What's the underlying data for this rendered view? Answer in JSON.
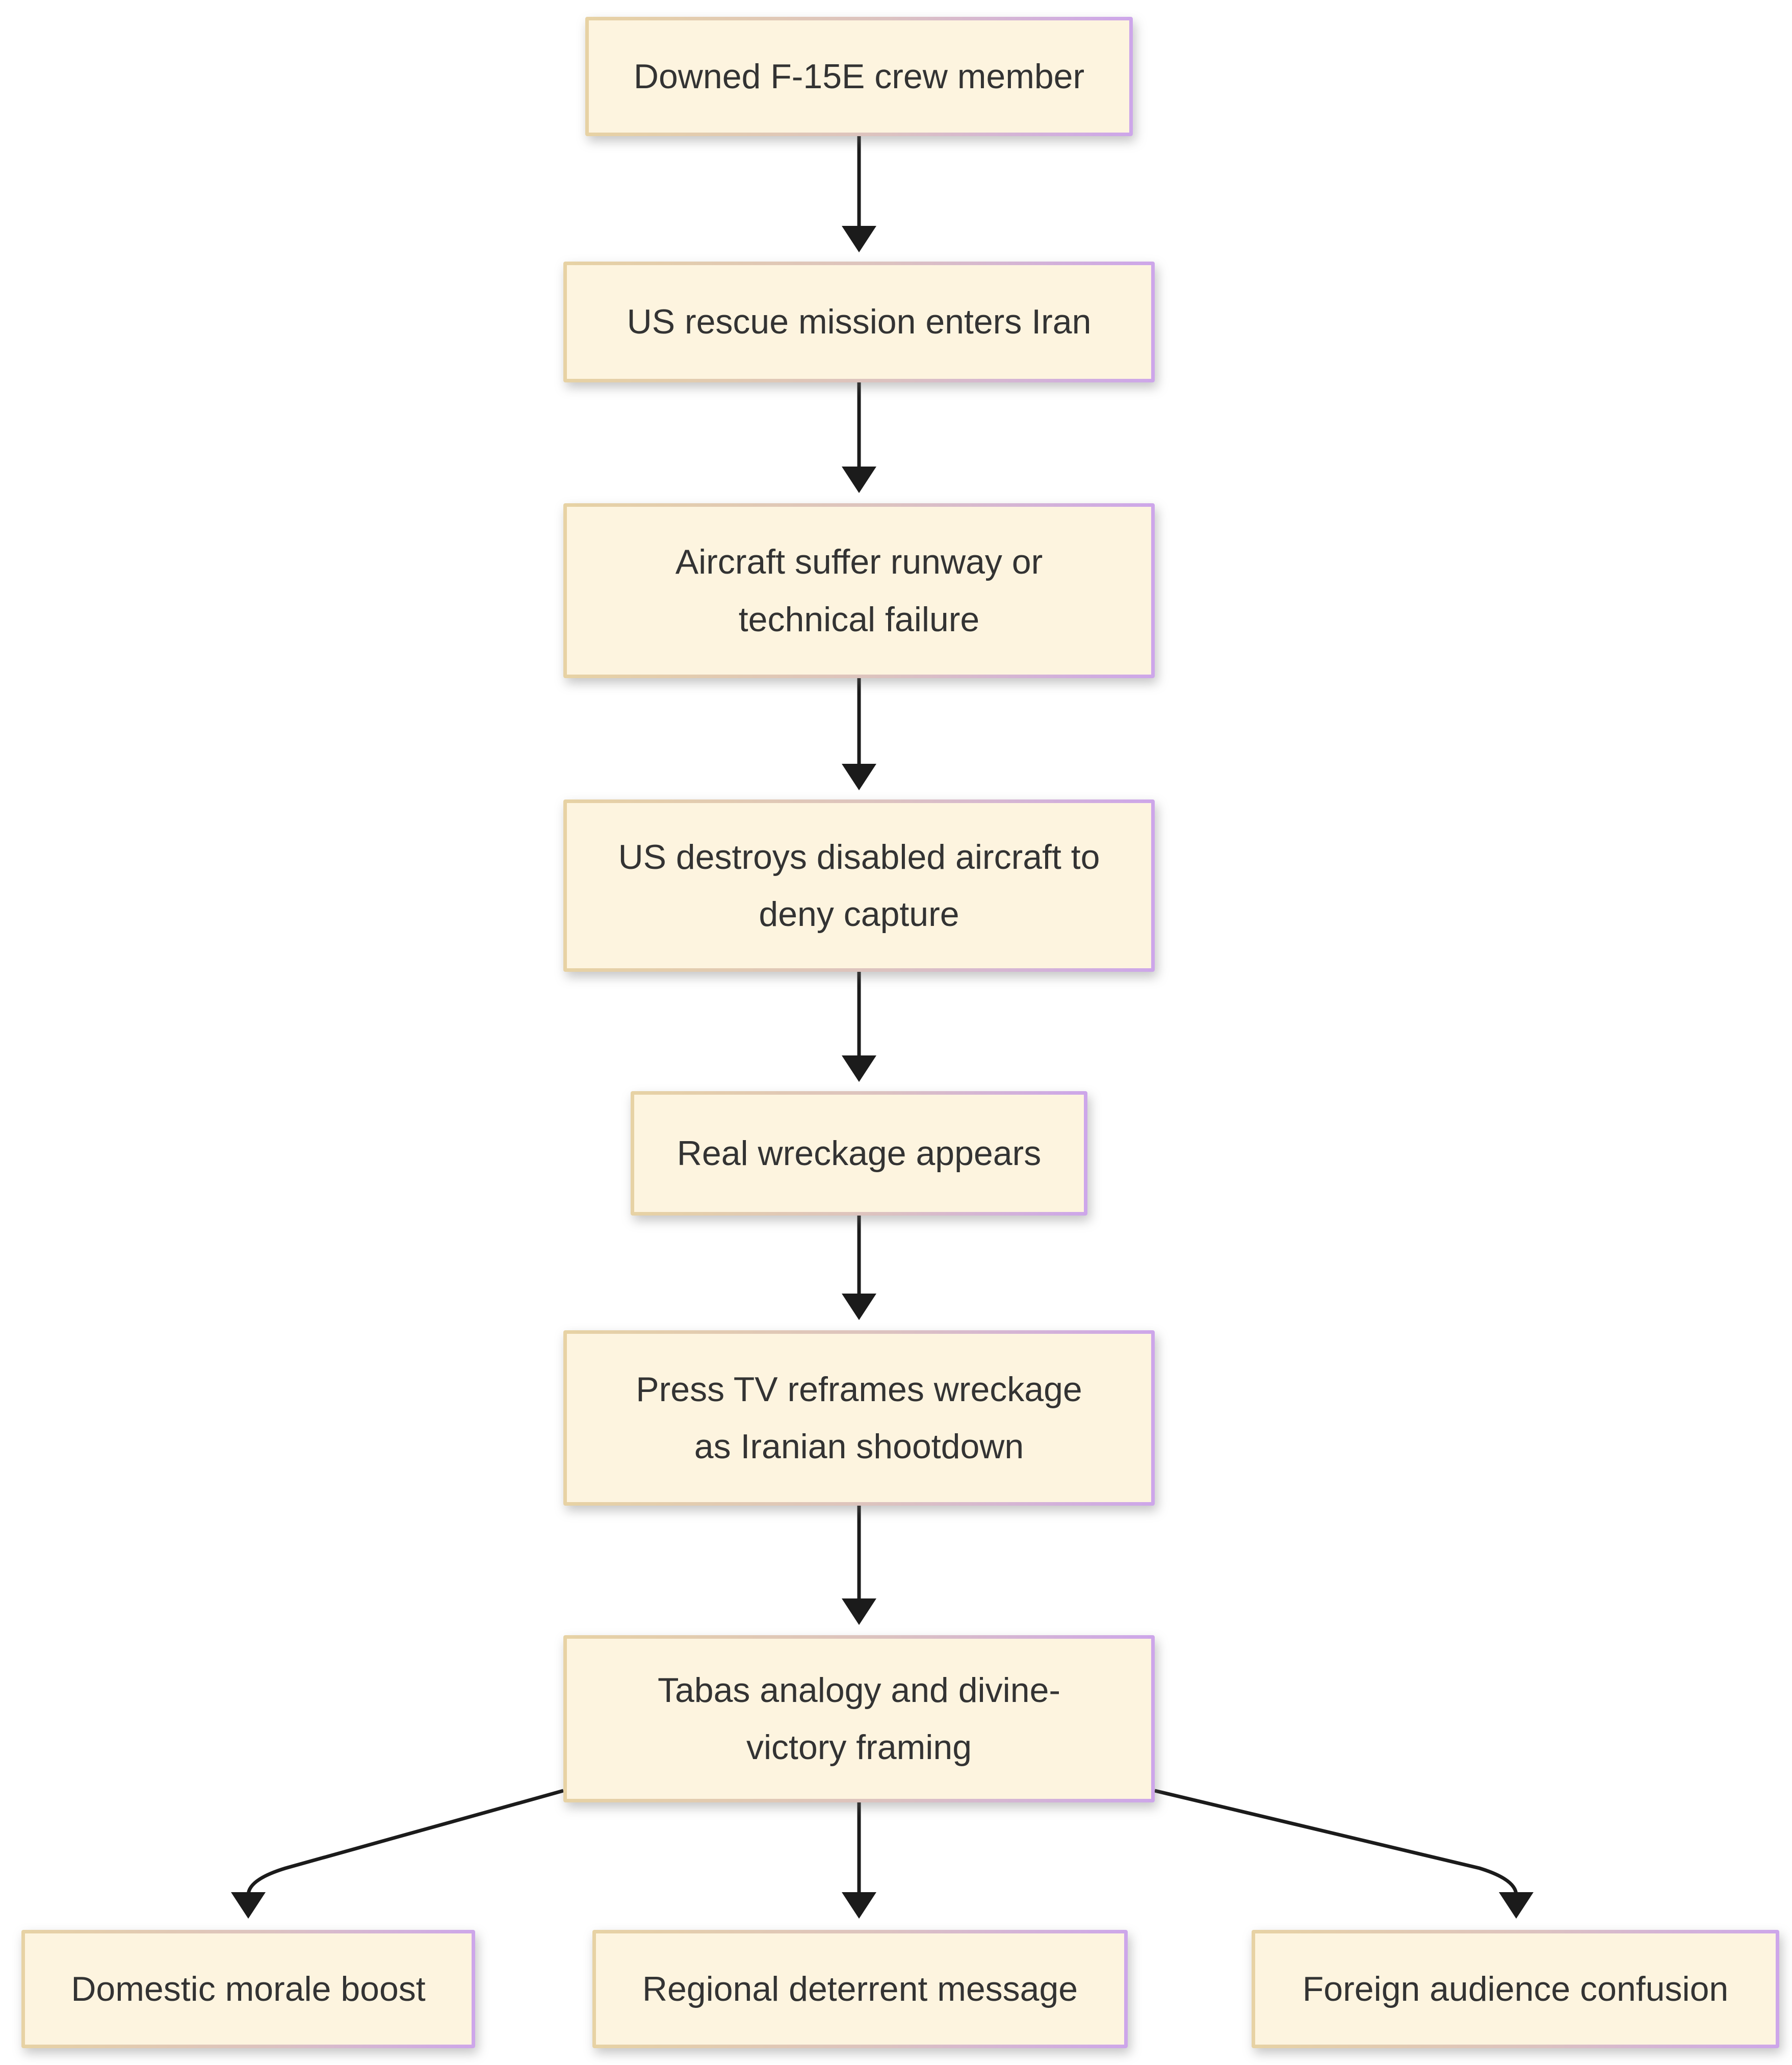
{
  "diagram": {
    "type": "flowchart",
    "direction": "top-down",
    "colors": {
      "background": "#ffffff",
      "node_fill": "#fdf4df",
      "node_border_start": "#e7d2a4",
      "node_border_end": "#cda6ea",
      "text": "#333333",
      "arrow": "#1b1b1b"
    },
    "nodes": [
      {
        "id": "downed-crew",
        "label": "Downed F-15E crew member"
      },
      {
        "id": "rescue-mission",
        "label": "US rescue mission enters Iran"
      },
      {
        "id": "aircraft-failure",
        "label": "Aircraft suffer runway or\ntechnical failure"
      },
      {
        "id": "destroy-aircraft",
        "label": "US destroys disabled aircraft to\ndeny capture"
      },
      {
        "id": "real-wreckage",
        "label": "Real wreckage appears"
      },
      {
        "id": "press-tv-reframe",
        "label": "Press TV reframes wreckage\nas Iranian shootdown"
      },
      {
        "id": "tabas-framing",
        "label": "Tabas analogy and divine-\nvictory framing"
      },
      {
        "id": "domestic-morale",
        "label": "Domestic morale boost"
      },
      {
        "id": "regional-deterrent",
        "label": "Regional deterrent message"
      },
      {
        "id": "foreign-confusion",
        "label": "Foreign audience confusion"
      }
    ],
    "edges": [
      {
        "from": "downed-crew",
        "to": "rescue-mission"
      },
      {
        "from": "rescue-mission",
        "to": "aircraft-failure"
      },
      {
        "from": "aircraft-failure",
        "to": "destroy-aircraft"
      },
      {
        "from": "destroy-aircraft",
        "to": "real-wreckage"
      },
      {
        "from": "real-wreckage",
        "to": "press-tv-reframe"
      },
      {
        "from": "press-tv-reframe",
        "to": "tabas-framing"
      },
      {
        "from": "tabas-framing",
        "to": "domestic-morale"
      },
      {
        "from": "tabas-framing",
        "to": "regional-deterrent"
      },
      {
        "from": "tabas-framing",
        "to": "foreign-confusion"
      }
    ]
  }
}
